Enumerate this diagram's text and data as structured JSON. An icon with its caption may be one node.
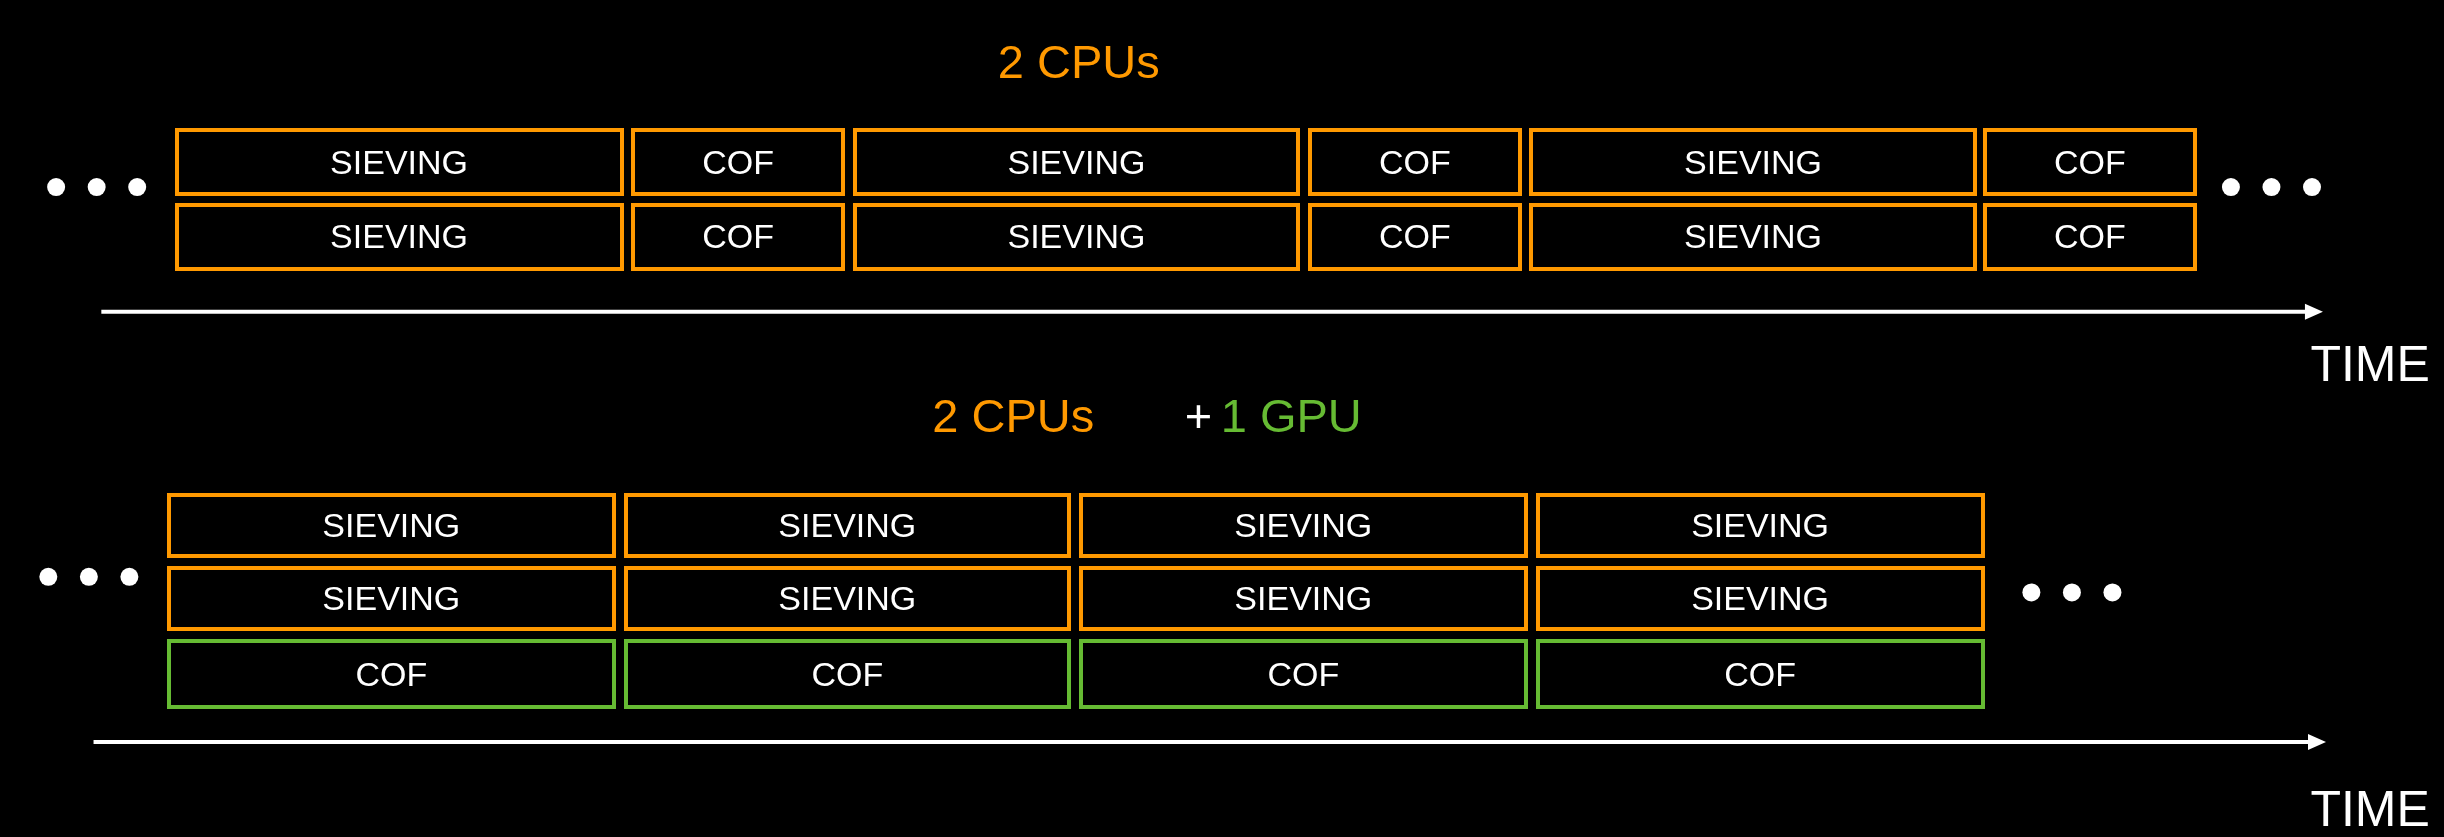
{
  "diagram": {
    "nodes": [
      {
        "text": [
          "SIEVING"
        ]
      },
      {
        "text": [
          "COF"
        ]
      },
      {
        "text": [
          "SIEVING"
        ]
      },
      {
        "text": [
          "COF"
        ]
      },
      {
        "text": [
          "SIEVING"
        ]
      },
      {
        "text": [
          "COF"
        ]
      },
      {
        "text": [
          "SIEVING"
        ]
      },
      {
        "text": [
          "COF"
        ]
      },
      {
        "text": [
          "SIEVING"
        ]
      },
      {
        "text": [
          "COF"
        ]
      },
      {
        "text": [
          "SIEVING"
        ]
      },
      {
        "text": [
          "COF"
        ]
      },
      {
        "text": [
          "SIEVING"
        ]
      },
      {
        "text": [
          "SIEVING"
        ]
      },
      {
        "text": [
          "SIEVING"
        ]
      },
      {
        "text": [
          "SIEVING"
        ]
      },
      {
        "text": [
          "SIEVING"
        ]
      },
      {
        "text": [
          "SIEVING"
        ]
      },
      {
        "text": [
          "SIEVING"
        ]
      },
      {
        "text": [
          "SIEVING"
        ]
      },
      {
        "text": [
          "COF"
        ]
      },
      {
        "text": [
          "COF"
        ]
      },
      {
        "text": [
          "COF"
        ]
      },
      {
        "text": [
          "COF"
        ]
      }
    ],
    "edges": [],
    "labels": [
      "2 CPUs",
      "TIME",
      "2 CPUs",
      "+",
      "1 GPU",
      "TIME"
    ]
  }
}
